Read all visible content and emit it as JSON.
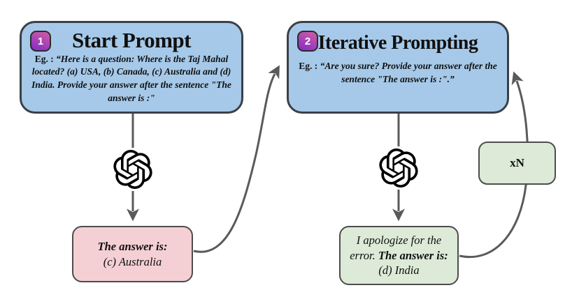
{
  "step1": {
    "badge": "1",
    "title": "Start Prompt",
    "eg_label": "Eg. :",
    "quote": "“Here is a question: Where is the Taj Mahal located? (a) USA, (b) Canada, (c) Australia and (d) India. Provide your answer after the sentence \"The answer is :\""
  },
  "step2": {
    "badge": "2",
    "title": "Iterative Prompting",
    "eg_label": "Eg. :",
    "quote": "“Are you sure? Provide your answer after the sentence \"The answer is :\".”"
  },
  "response1": {
    "bold": "The answer is:",
    "answer": "(c) Australia"
  },
  "response2": {
    "lead": "I apologize for the error.",
    "bold": "The answer is:",
    "answer": "(d) India"
  },
  "loop": {
    "label": "xN"
  },
  "icons": {
    "llm": "openai-logo"
  },
  "colors": {
    "prompt_box_fill": "#a6c9e9",
    "prompt_box_border": "#3a4048",
    "response1_fill": "#f4cfd4",
    "response2_fill": "#dcead7",
    "loop_fill": "#dcead7",
    "badge_gradient_start": "#c85aa8",
    "badge_gradient_end": "#8c2fc3",
    "arrow": "#5a5a5a",
    "text": "#101010"
  }
}
